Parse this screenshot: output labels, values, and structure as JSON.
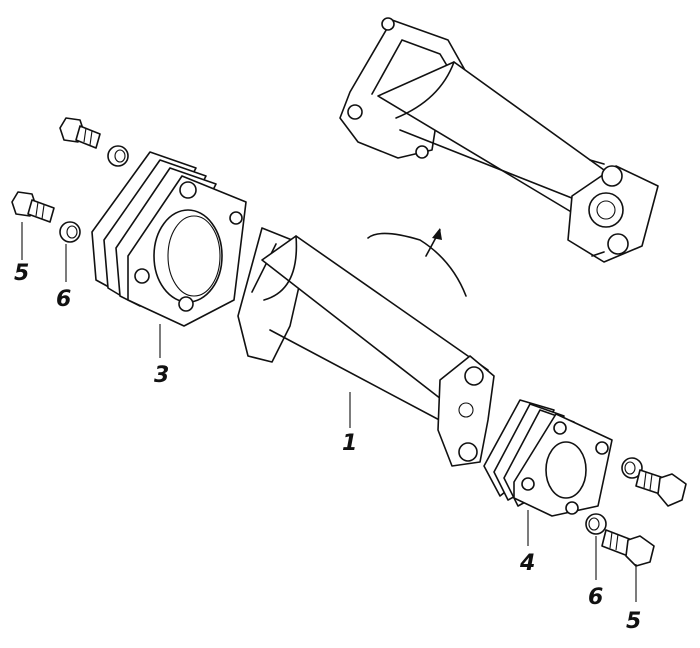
{
  "callouts": {
    "part_1": "1",
    "part_3": "3",
    "part_4": "4",
    "part_5_left": "5",
    "part_6_left": "6",
    "part_6_right": "6",
    "part_5_right": "5"
  },
  "colors": {
    "line": "#111111",
    "background": "#ffffff"
  }
}
